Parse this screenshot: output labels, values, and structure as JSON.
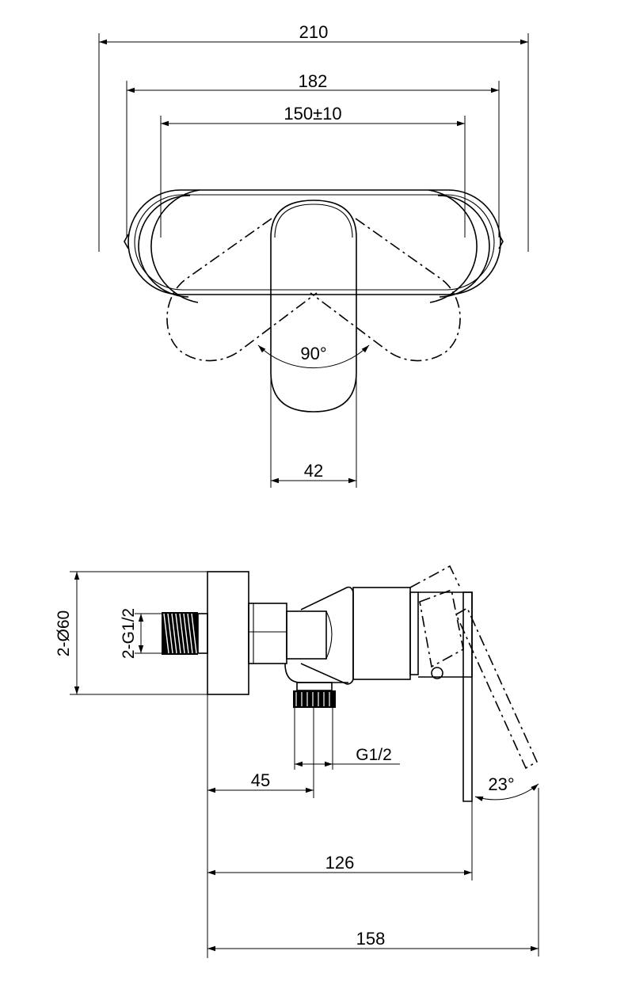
{
  "top_view": {
    "dim_overall_width": "210",
    "dim_flange_centers": "182",
    "dim_adjust_range": "150±10",
    "dim_handle_width": "42",
    "dim_rotation_angle": "90°"
  },
  "side_view": {
    "dim_rosette_diameter": "2-Ø60",
    "dim_inlet_thread": "2-G1/2",
    "dim_outlet_thread": "G1/2",
    "dim_outlet_offset": "45",
    "dim_body_depth": "126",
    "dim_total_depth": "158",
    "dim_lever_angle": "23°"
  }
}
